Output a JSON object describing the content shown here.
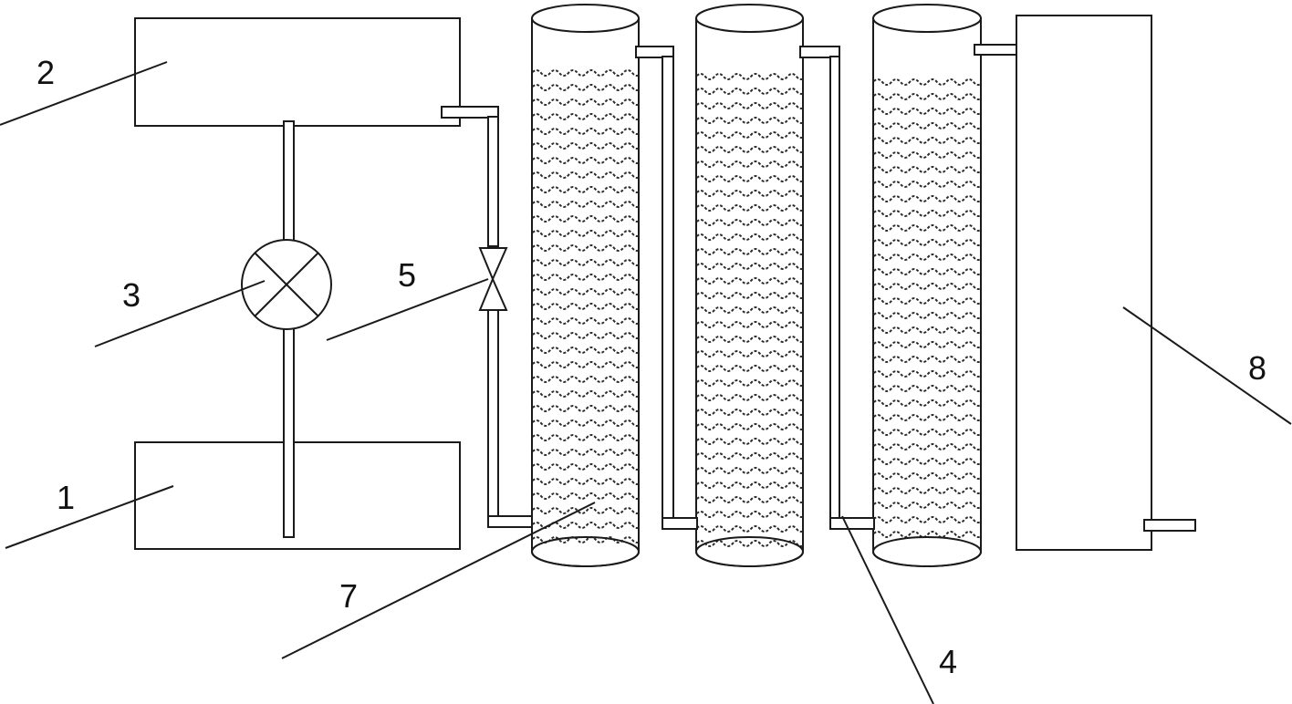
{
  "labels": {
    "l1": "1",
    "l2": "2",
    "l3": "3",
    "l4": "4",
    "l5": "5",
    "l7": "7",
    "l8": "8"
  },
  "colors": {
    "line": "#1a1a1a",
    "background": "#ffffff"
  },
  "icons": {
    "pump": "circle-x-pump-icon",
    "valve": "bowtie-valve-icon"
  }
}
